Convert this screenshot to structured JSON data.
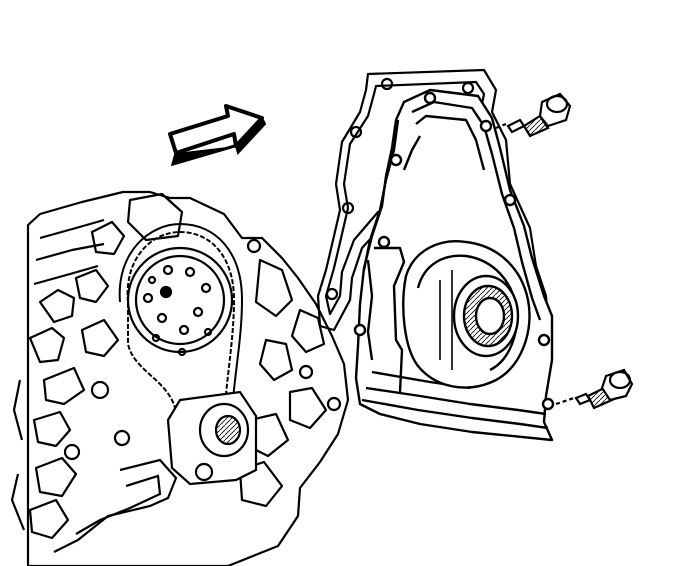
{
  "diagram": {
    "background": "#ffffff",
    "ink": "#000000",
    "parts": {
      "engine_block": "engine-block",
      "camshaft_sprocket": "camshaft-sprocket",
      "timing_chain": "timing-chain",
      "crankshaft_nose": "crankshaft-nose",
      "gasket": "front-cover-gasket",
      "front_cover": "engine-front-cover",
      "crank_seal": "crankshaft-front-seal",
      "bolts": [
        "upper-cover-bolt",
        "lower-cover-bolt"
      ],
      "direction_arrow": "installation-direction-arrow"
    }
  }
}
